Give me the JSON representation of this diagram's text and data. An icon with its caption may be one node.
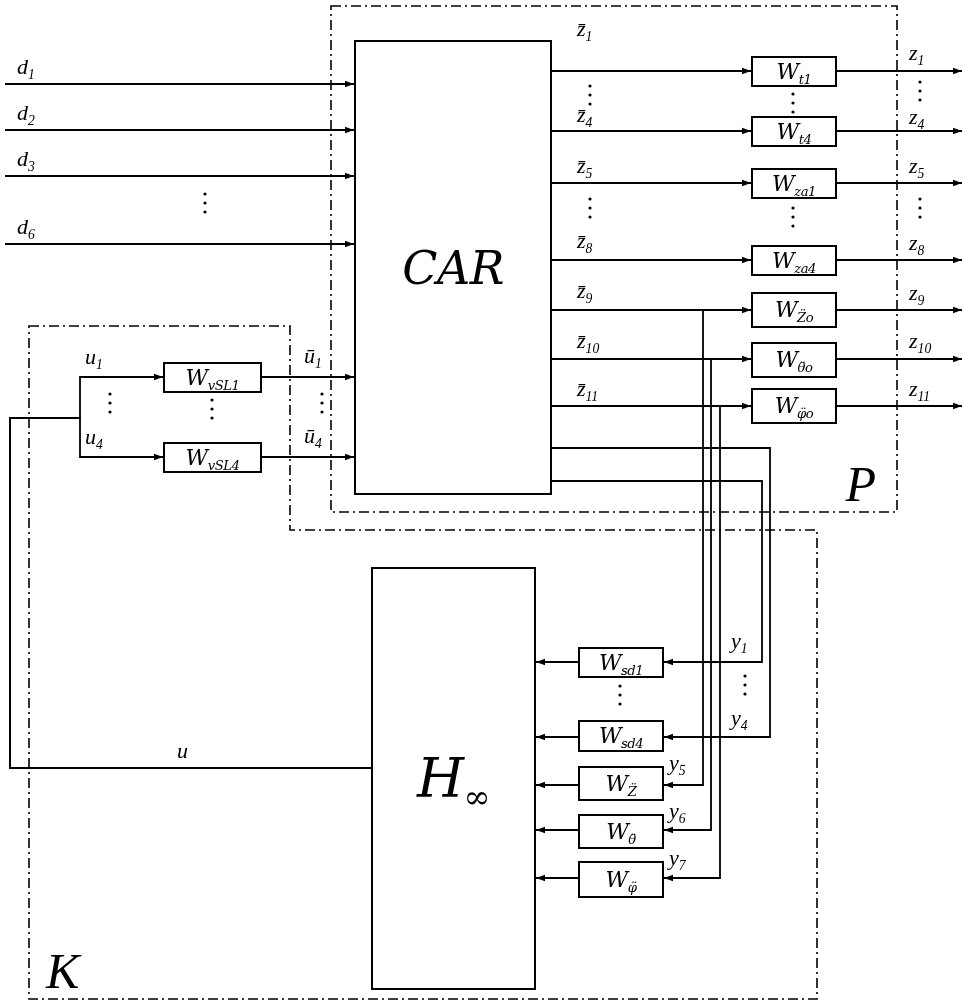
{
  "diagram": {
    "nodes": [
      {
        "text": [
          "P"
        ]
      },
      {
        "text": [
          "K"
        ]
      },
      {
        "text": [
          "CAR"
        ],
        "in": 0
      },
      {
        "text": [
          "W$_{t1}$"
        ],
        "in": 0
      },
      {
        "text": [
          "W$_{t4}$"
        ],
        "in": 0
      },
      {
        "text": [
          "W$_{za1}$"
        ],
        "in": 0
      },
      {
        "text": [
          "W$_{za4}$"
        ],
        "in": 0
      },
      {
        "text": [
          "W$_{Z̈o}$"
        ],
        "in": 0
      },
      {
        "text": [
          "W$_{θ̈o}$"
        ],
        "in": 0
      },
      {
        "text": [
          "W$_{φ̈o}$"
        ],
        "in": 0
      },
      {
        "text": [
          "W$_{vSL1}$"
        ],
        "in": 1
      },
      {
        "text": [
          "W$_{vSL4}$"
        ],
        "in": 1
      },
      {
        "text": [
          "H$_{∞}$"
        ],
        "in": 1
      },
      {
        "text": [
          "W$_{sd1}$"
        ],
        "in": 1
      },
      {
        "text": [
          "W$_{sd4}$"
        ],
        "in": 1
      },
      {
        "text": [
          "W$_{Z̈}$"
        ],
        "in": 1
      },
      {
        "text": [
          "W$_{θ̈}$"
        ],
        "in": 1
      },
      {
        "text": [
          "W$_{φ̈}$"
        ],
        "in": 1
      }
    ],
    "edges": [
      {
        "from": null,
        "to": 2,
        "arrow": "to",
        "label": "d$_{1}$"
      },
      {
        "from": null,
        "to": 2,
        "arrow": "to",
        "label": "d$_{2}$"
      },
      {
        "from": null,
        "to": 2,
        "arrow": "to",
        "label": "d$_{3}$"
      },
      {
        "from": null,
        "to": 2,
        "arrow": "to",
        "label": "d$_{6}$"
      },
      {
        "from": 2,
        "to": 3,
        "arrow": "to",
        "label": "z̄$_{1}$"
      },
      {
        "from": 2,
        "to": 4,
        "arrow": "to",
        "label": "z̄$_{4}$"
      },
      {
        "from": 2,
        "to": 5,
        "arrow": "to",
        "label": "z̄$_{5}$"
      },
      {
        "from": 2,
        "to": 6,
        "arrow": "to",
        "label": "z̄$_{8}$"
      },
      {
        "from": 2,
        "to": 7,
        "arrow": "to",
        "label": "z̄$_{9}$"
      },
      {
        "from": 2,
        "to": 8,
        "arrow": "to",
        "label": "z̄$_{10}$"
      },
      {
        "from": 2,
        "to": 9,
        "arrow": "to",
        "label": "z̄$_{11}$"
      },
      {
        "from": 3,
        "to": null,
        "arrow": "to",
        "label": "z$_{1}$"
      },
      {
        "from": 4,
        "to": null,
        "arrow": "to",
        "label": "z$_{4}$"
      },
      {
        "from": 5,
        "to": null,
        "arrow": "to",
        "label": "z$_{5}$"
      },
      {
        "from": 6,
        "to": null,
        "arrow": "to",
        "label": "z$_{8}$"
      },
      {
        "from": 7,
        "to": null,
        "arrow": "to",
        "label": "z$_{9}$"
      },
      {
        "from": 8,
        "to": null,
        "arrow": "to",
        "label": "z$_{10}$"
      },
      {
        "from": 9,
        "to": null,
        "arrow": "to",
        "label": "z$_{11}$"
      },
      {
        "from": 10,
        "to": 2,
        "arrow": "to",
        "label": "ū$_{1}$"
      },
      {
        "from": 11,
        "to": 2,
        "arrow": "to",
        "label": "ū$_{4}$"
      },
      {
        "from": 12,
        "to": 10,
        "arrow": "to",
        "label": "u$_{1}$"
      },
      {
        "from": 12,
        "to": 11,
        "arrow": "to",
        "label": "u$_{4}$"
      },
      {
        "from": 2,
        "to": 13,
        "arrow": "to",
        "label": "y$_{1}$"
      },
      {
        "from": 2,
        "to": 14,
        "arrow": "to",
        "label": "y$_{4}$"
      },
      {
        "from": 2,
        "to": 15,
        "arrow": "to",
        "label": "y$_{5}$"
      },
      {
        "from": 2,
        "to": 16,
        "arrow": "to",
        "label": "y$_{6}$"
      },
      {
        "from": 2,
        "to": 17,
        "arrow": "to",
        "label": "y$_{7}$"
      },
      {
        "from": 13,
        "to": 12,
        "arrow": "to"
      },
      {
        "from": 14,
        "to": 12,
        "arrow": "to"
      },
      {
        "from": 15,
        "to": 12,
        "arrow": "to"
      },
      {
        "from": 16,
        "to": 12,
        "arrow": "to"
      },
      {
        "from": 17,
        "to": 12,
        "arrow": "to"
      }
    ],
    "labels": [
      "u"
    ]
  }
}
